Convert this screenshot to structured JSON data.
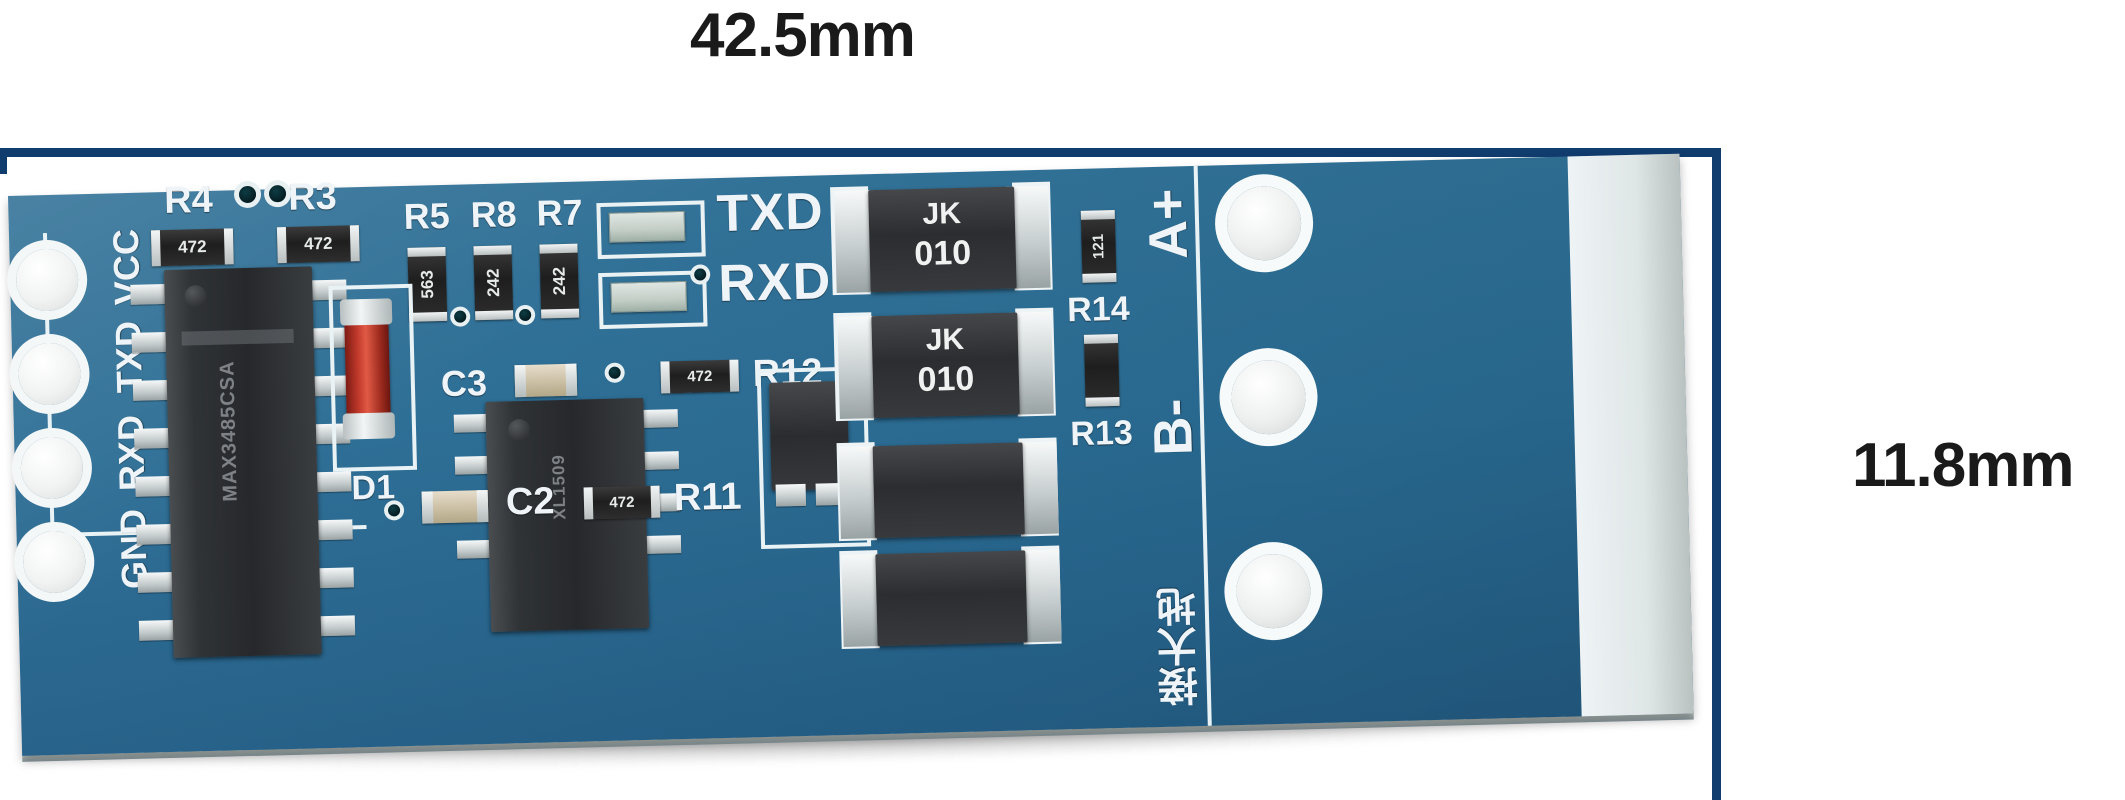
{
  "dimensions": {
    "width_label": "42.5mm",
    "height_label": "11.8mm"
  },
  "board": {
    "left_header_labels": [
      "VCC",
      "TXD",
      "RXD",
      "GND"
    ],
    "right_terminal_labels": [
      "A+",
      "B-",
      "接大地"
    ],
    "led_labels": [
      "TXD",
      "RXD"
    ],
    "designators": {
      "r4": "R4",
      "r3": "R3",
      "r5": "R5",
      "r8": "R8",
      "r7": "R7",
      "r11": "R11",
      "r12": "R12",
      "r13": "R13",
      "r14": "R14",
      "c2": "C2",
      "c3": "C3",
      "d1": "D1"
    },
    "component_codes": {
      "r4_code": "472",
      "r3_code": "472",
      "r5_code": "563",
      "r8_code": "242",
      "r7_code": "242",
      "r11_code": "472",
      "r12_code": "472",
      "r14_code": "121"
    },
    "diode_markings": {
      "line1": "JK",
      "line2": "010"
    },
    "ic_main_text": "MAX3485CSA",
    "ic_small_text": "XL1509"
  },
  "colors": {
    "pcb_solder_mask": "#2a6c94",
    "silkscreen": "#eef4f7",
    "dimension_line": "#113c6e",
    "label_text": "#1a1a1a",
    "pad_metal": "#f1f3f2",
    "diode_red": "#c0392b",
    "ic_black": "#2b2d30"
  }
}
